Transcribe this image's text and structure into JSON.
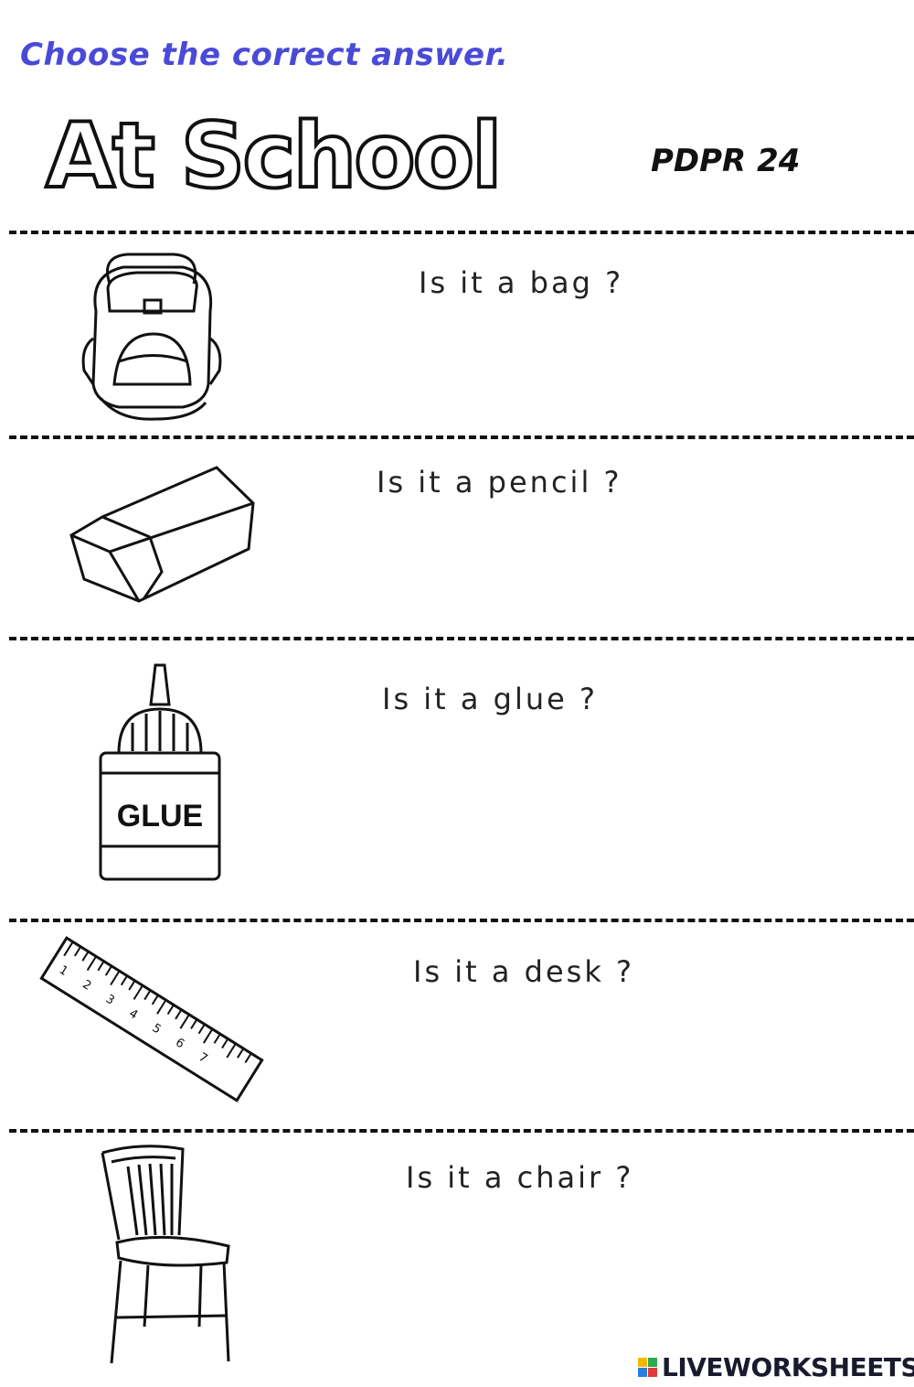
{
  "instruction": "Choose the correct answer.",
  "title": "At School",
  "code": "PDPR 24",
  "questions": [
    {
      "text": "Is it a bag ?",
      "icon": "backpack-icon"
    },
    {
      "text": "Is it a pencil ?",
      "icon": "eraser-icon"
    },
    {
      "text": "Is it a glue ?",
      "icon": "glue-bottle-icon"
    },
    {
      "text": "Is it a desk ?",
      "icon": "ruler-icon"
    },
    {
      "text": "Is it a chair ?",
      "icon": "chair-icon"
    }
  ],
  "glue_label": "GLUE",
  "ruler_numbers": [
    "1",
    "2",
    "3",
    "4",
    "5",
    "6",
    "7"
  ],
  "brand": "LIVEWORKSHEETS",
  "colors": {
    "instruction": "#4a4ad8",
    "text": "#222222"
  }
}
